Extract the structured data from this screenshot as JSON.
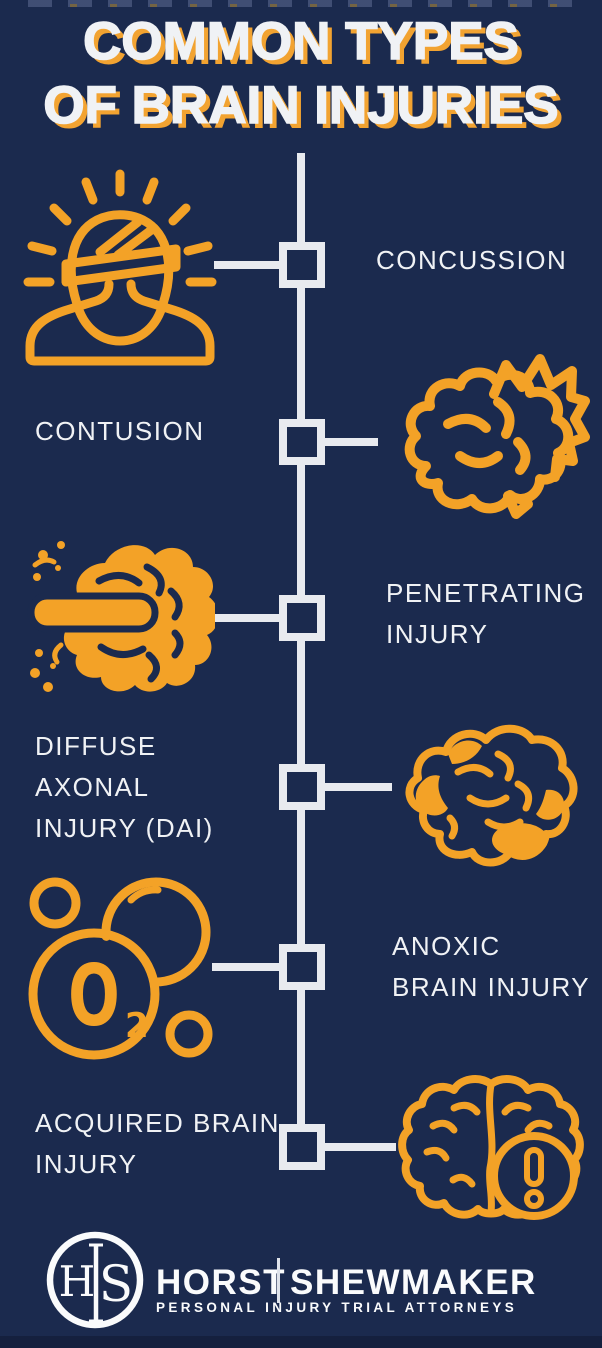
{
  "palette": {
    "background": "#1B2A4E",
    "orange": "#F3A227",
    "title_shadow_orange": "#F2A331",
    "text_white": "#F0F2F5",
    "timeline_white": "#E8EAEF",
    "bottom_strip": "#15203E"
  },
  "title": {
    "line1": "COMMON TYPES",
    "line2": "OF BRAIN INJURIES"
  },
  "timeline": {
    "items": [
      {
        "label": "CONCUSSION",
        "icon": "bandaged-head-icon",
        "icon_side": "left"
      },
      {
        "label": "CONTUSION",
        "icon": "brain-impact-icon",
        "icon_side": "right"
      },
      {
        "label": "PENETRATING\nINJURY",
        "icon": "penetrated-brain-icon",
        "icon_side": "left"
      },
      {
        "label": "DIFFUSE\nAXONAL\nINJURY (DAI)",
        "icon": "diffuse-axonal-brain-icon",
        "icon_side": "right"
      },
      {
        "label": "ANOXIC\nBRAIN INJURY",
        "icon": "oxygen-bubbles-icon",
        "icon_side": "left"
      },
      {
        "label": "ACQUIRED BRAIN\nINJURY",
        "icon": "brain-alert-icon",
        "icon_side": "right"
      }
    ]
  },
  "oxygen_label": {
    "letter": "O",
    "subscript": "2"
  },
  "footer": {
    "monogram_left": "H",
    "monogram_right": "S",
    "brand_left": "HORST",
    "brand_right": "SHEWMAKER",
    "tagline": "PERSONAL INJURY TRIAL ATTORNEYS"
  }
}
